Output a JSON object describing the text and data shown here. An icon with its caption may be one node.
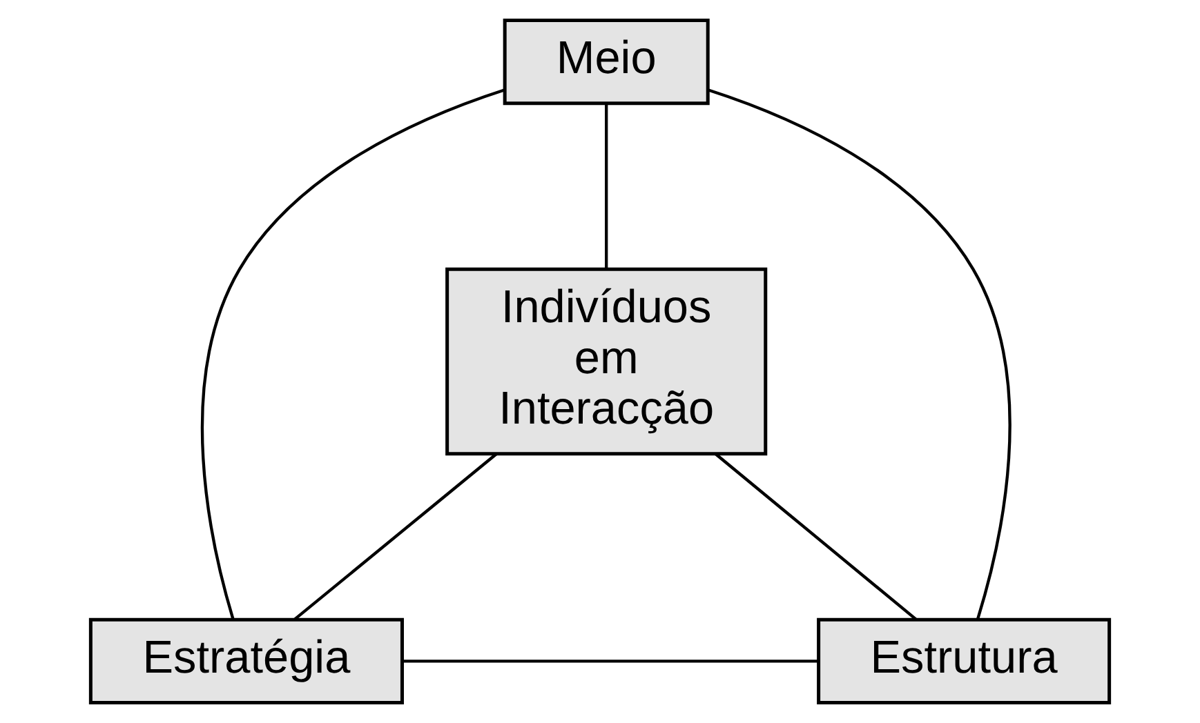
{
  "diagram": {
    "nodes": [
      {
        "text": [
          "Meio"
        ]
      },
      {
        "text": [
          "Indivíduos em Interacção"
        ]
      },
      {
        "text": [
          "Estratégia"
        ]
      },
      {
        "text": [
          "Estrutura"
        ]
      }
    ],
    "edges": [
      {
        "from": 0,
        "to": 1,
        "arrow": "none"
      },
      {
        "from": 0,
        "to": 2,
        "arrow": "none"
      },
      {
        "from": 0,
        "to": 3,
        "arrow": "none"
      },
      {
        "from": 1,
        "to": 2,
        "arrow": "none"
      },
      {
        "from": 1,
        "to": 3,
        "arrow": "none"
      },
      {
        "from": 2,
        "to": 3,
        "arrow": "none"
      }
    ]
  }
}
